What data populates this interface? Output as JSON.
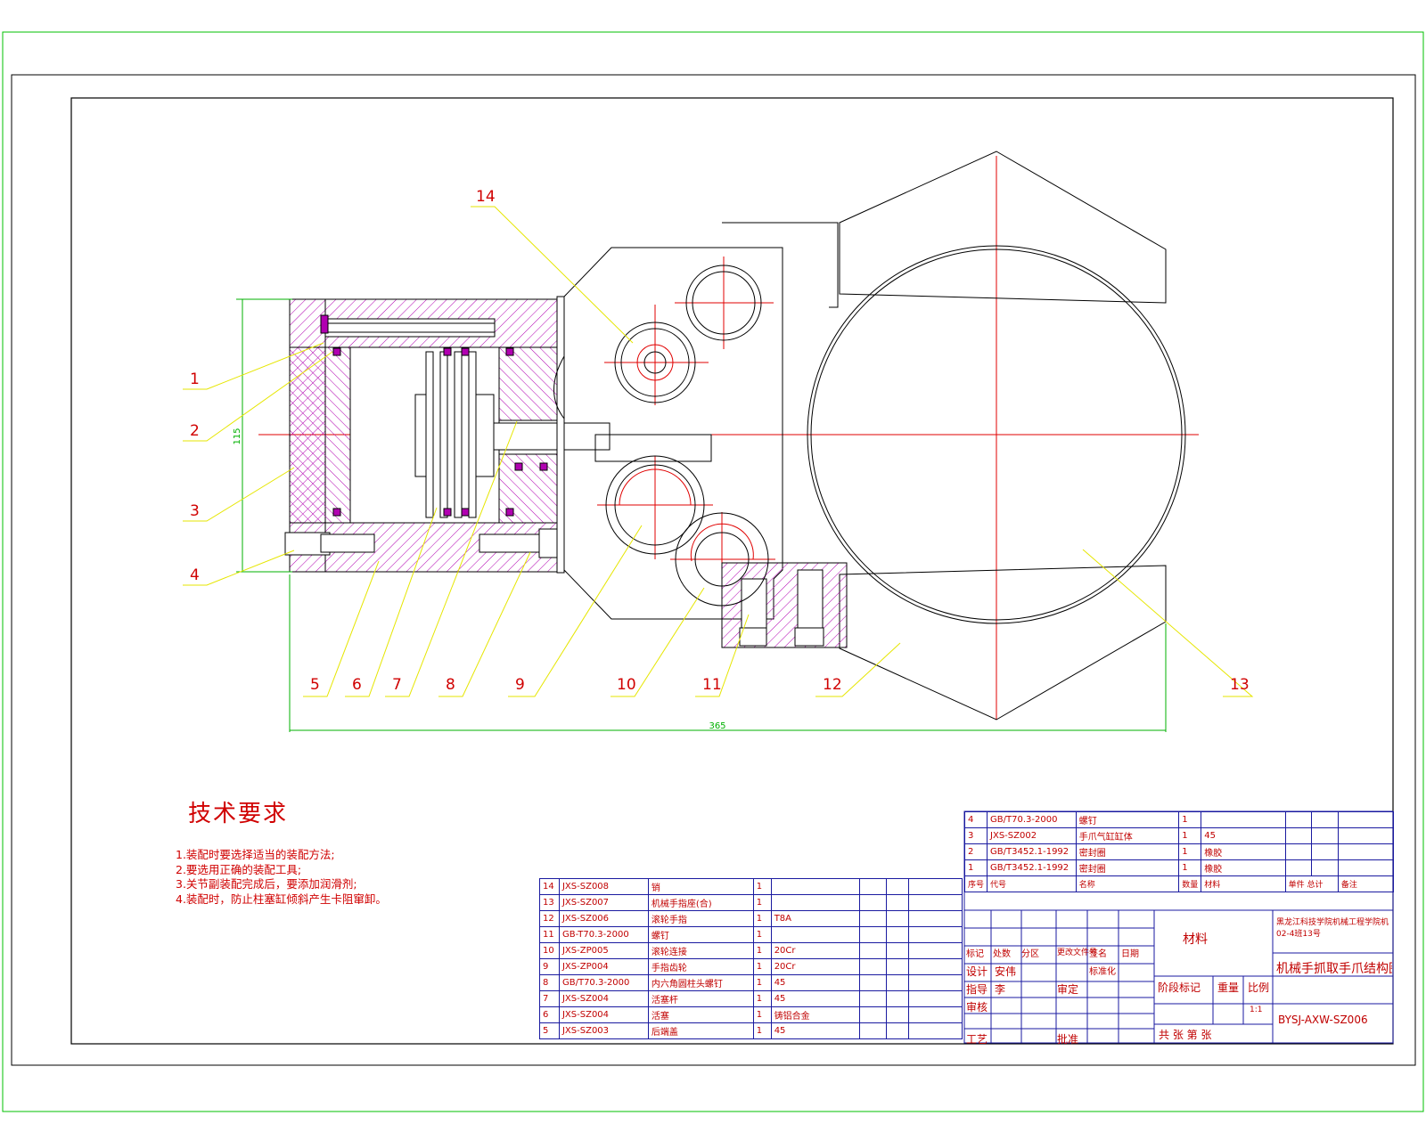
{
  "callouts": [
    "1",
    "2",
    "3",
    "4",
    "5",
    "6",
    "7",
    "8",
    "9",
    "10",
    "11",
    "12",
    "13",
    "14"
  ],
  "dimensions": {
    "width_label": "365",
    "height_label": "115"
  },
  "tech_requirements": {
    "title": "技术要求",
    "lines": [
      "1.装配时要选择适当的装配方法;",
      "2.要选用正确的装配工具;",
      "3.关节副装配完成后，要添加润滑剂;",
      "4.装配时，防止柱塞缸倾斜产生卡阻窜卸。"
    ]
  },
  "bom_left": [
    {
      "no": "14",
      "code": "JXS-SZ008",
      "name": "销",
      "qty": "1",
      "material": ""
    },
    {
      "no": "13",
      "code": "JXS-SZ007",
      "name": "机械手指座(合)",
      "qty": "1",
      "material": ""
    },
    {
      "no": "12",
      "code": "JXS-SZ006",
      "name": "滚轮手指",
      "qty": "1",
      "material": "T8A"
    },
    {
      "no": "11",
      "code": "GB-T70.3-2000",
      "name": "螺钉",
      "qty": "1",
      "material": ""
    },
    {
      "no": "10",
      "code": "JXS-ZP005",
      "name": "滚轮连接",
      "qty": "1",
      "material": "20Cr"
    },
    {
      "no": "9",
      "code": "JXS-ZP004",
      "name": "手指齿轮",
      "qty": "1",
      "material": "20Cr"
    },
    {
      "no": "8",
      "code": "GB/T70.3-2000",
      "name": "内六角圆柱头螺钉",
      "qty": "1",
      "material": "45"
    },
    {
      "no": "7",
      "code": "JXS-SZ004",
      "name": "活塞杆",
      "qty": "1",
      "material": "45"
    },
    {
      "no": "6",
      "code": "JXS-SZ004",
      "name": "活塞",
      "qty": "1",
      "material": "铸铝合金"
    },
    {
      "no": "5",
      "code": "JXS-SZ003",
      "name": "后端盖",
      "qty": "1",
      "material": "45"
    }
  ],
  "bom_right": [
    {
      "no": "4",
      "code": "GB/T70.3-2000",
      "name": "螺钉",
      "qty": "1",
      "material": ""
    },
    {
      "no": "3",
      "code": "JXS-SZ002",
      "name": "手爪气缸缸体",
      "qty": "1",
      "material": "45"
    },
    {
      "no": "2",
      "code": "GB/T3452.1-1992",
      "name": "密封圈",
      "qty": "1",
      "material": "橡胶"
    },
    {
      "no": "1",
      "code": "GB/T3452.1-1992",
      "name": "密封圈",
      "qty": "1",
      "material": "橡胶"
    }
  ],
  "bom_headers": {
    "no": "序号",
    "code": "代号",
    "name": "名称",
    "qty": "数量",
    "material": "材料",
    "mass": "单件 总计",
    "remark": "备注"
  },
  "title_block": {
    "material_label": "材料",
    "school": "黑龙江科技学院机械工程学院机02-4班13号",
    "drawing_title": "机械手抓取手爪结构图",
    "drawing_no": "BYSJ-AXW-SZ006",
    "marks": [
      "标记",
      "处数",
      "分区",
      "更改文件号",
      "签名",
      "日期"
    ],
    "design": "设计",
    "design_name": "安伟",
    "standard": "标准化",
    "guide": "指导",
    "guide_name": "李",
    "review": "审核",
    "check": "审定",
    "process": "工艺",
    "approve": "批准",
    "stage": "阶段标记",
    "weight": "重量",
    "scale": "比例",
    "scale_value": "1:1",
    "sheets": "共   张   第   张"
  }
}
